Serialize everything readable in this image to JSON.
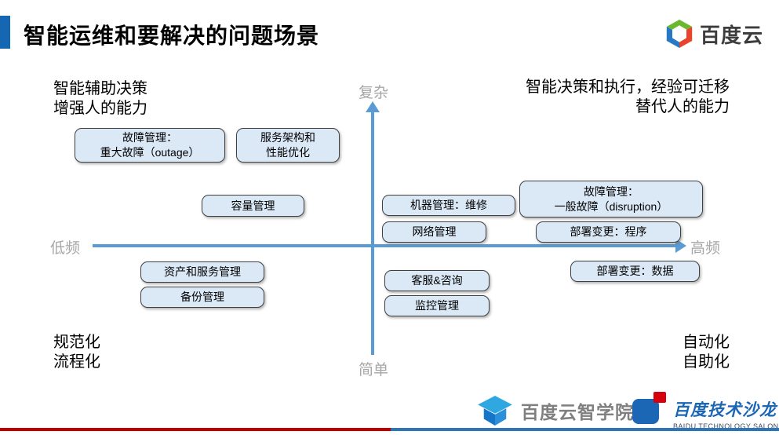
{
  "header": {
    "title": "智能运维和要解决的问题场景",
    "logo": {
      "text": "百度云",
      "icon": "baidu-cloud-cube-icon"
    }
  },
  "axes": {
    "top": "复杂",
    "bottom": "简单",
    "left": "低频",
    "right": "高频"
  },
  "corners": {
    "top_left": "智能辅助决策\n增强人的能力",
    "top_right": "智能决策和执行，经验可迁移\n替代人的能力",
    "bottom_left": "规范化\n流程化",
    "bottom_right": "自动化\n自助化"
  },
  "boxes": [
    {
      "id": "fault-outage",
      "label": "故障管理：\n重大故障（outage）"
    },
    {
      "id": "service-arch",
      "label": "服务架构和\n性能优化"
    },
    {
      "id": "capacity",
      "label": "容量管理"
    },
    {
      "id": "machine-repair",
      "label": "机器管理：维修"
    },
    {
      "id": "network",
      "label": "网络管理"
    },
    {
      "id": "fault-disruption",
      "label": "故障管理：\n一般故障（disruption）"
    },
    {
      "id": "deploy-program",
      "label": "部署变更：程序"
    },
    {
      "id": "asset-service",
      "label": "资产和服务管理"
    },
    {
      "id": "backup",
      "label": "备份管理"
    },
    {
      "id": "customer-service",
      "label": "客服&咨询"
    },
    {
      "id": "monitoring",
      "label": "监控管理"
    },
    {
      "id": "deploy-data",
      "label": "部署变更：数据"
    }
  ],
  "footer": {
    "academy": {
      "text": "百度云智学院",
      "icon": "academy-cap-icon"
    },
    "salon": {
      "text": "百度技术沙龙",
      "subtext": "BAIDU TECHNOLOGY SALON",
      "icon": "salon-square-icon"
    }
  },
  "colors": {
    "accent_blue": "#1567b3",
    "axis_blue": "#5b9bd5",
    "axis_label_gray": "#a6a6a6",
    "box_fill": "#dbe9f7",
    "box_border": "#404040",
    "footer_red": "#c00000",
    "footer_blue": "#2e75b6",
    "salon_blue": "#1b66b5",
    "salon_red": "#d6000f",
    "cube_green": "#6ab82d",
    "cube_blue": "#2878c8",
    "cube_red": "#e8432d"
  }
}
